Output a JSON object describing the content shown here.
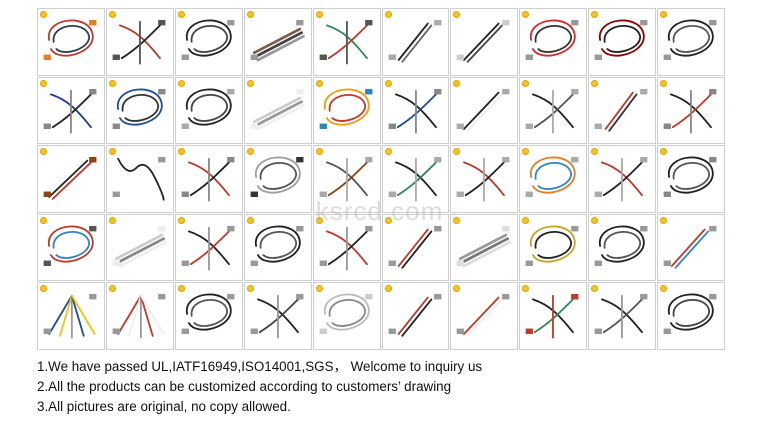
{
  "watermark": "ksrcd.com",
  "mark_color": "#f4c22b",
  "notes": [
    "1.We have passed UL,IATF16949,ISO14001,SGS， Welcome to inquiry us",
    "2.All the products can be customized according to customers’ drawing",
    "3.All pictures are original, no copy allowed."
  ],
  "products": [
    {
      "label": "harness-multicolor-loop",
      "icon": "wire-loop",
      "colors": [
        "#c0392b",
        "#2c3e50",
        "#e67e22"
      ]
    },
    {
      "label": "harness-red-connectors",
      "icon": "wire-multi",
      "colors": [
        "#c0392b",
        "#222222",
        "#555555"
      ]
    },
    {
      "label": "harness-black-loop",
      "icon": "wire-loop",
      "colors": [
        "#222222",
        "#444444",
        "#999999"
      ]
    },
    {
      "label": "harness-flat-cable",
      "icon": "wire-flat",
      "colors": [
        "#7d5a50",
        "#444444",
        "#999999"
      ]
    },
    {
      "label": "harness-green-red",
      "icon": "wire-multi",
      "colors": [
        "#2e8b57",
        "#c0392b",
        "#555555"
      ]
    },
    {
      "label": "harness-black-lvds",
      "icon": "wire-straight",
      "colors": [
        "#222222",
        "#666666",
        "#aaaaaa"
      ]
    },
    {
      "label": "harness-thin-black",
      "icon": "wire-straight",
      "colors": [
        "#222222",
        "#444444",
        "#cccccc"
      ]
    },
    {
      "label": "harness-red-loop",
      "icon": "wire-loop",
      "colors": [
        "#d62828",
        "#333333",
        "#999999"
      ]
    },
    {
      "label": "harness-red-black",
      "icon": "wire-loop",
      "colors": [
        "#8b0000",
        "#222222",
        "#999999"
      ]
    },
    {
      "label": "harness-black-loop-2",
      "icon": "wire-loop",
      "colors": [
        "#222222",
        "#555555",
        "#999999"
      ]
    },
    {
      "label": "harness-socket-sensor",
      "icon": "wire-multi",
      "colors": [
        "#1f3a93",
        "#222222",
        "#888888"
      ]
    },
    {
      "label": "harness-blue-coil",
      "icon": "wire-loop",
      "colors": [
        "#1f4e9c",
        "#333333",
        "#888888"
      ]
    },
    {
      "label": "harness-black-y",
      "icon": "wire-loop",
      "colors": [
        "#222222",
        "#444444",
        "#aaaaaa"
      ]
    },
    {
      "label": "harness-ribbon-white",
      "icon": "wire-flat",
      "colors": [
        "#cccccc",
        "#999999",
        "#eeeeee"
      ]
    },
    {
      "label": "harness-rainbow",
      "icon": "wire-loop",
      "colors": [
        "#f39c12",
        "#c0392b",
        "#2e86c1"
      ]
    },
    {
      "label": "harness-black-blue",
      "icon": "wire-multi",
      "colors": [
        "#222222",
        "#1f4e9c",
        "#888888"
      ]
    },
    {
      "label": "harness-black-white-plug",
      "icon": "wire-straight",
      "colors": [
        "#222222",
        "#eeeeee",
        "#aaaaaa"
      ]
    },
    {
      "label": "harness-black-branch",
      "icon": "wire-multi",
      "colors": [
        "#222222",
        "#555555",
        "#aaaaaa"
      ]
    },
    {
      "label": "harness-red-single",
      "icon": "wire-straight",
      "colors": [
        "#c0392b",
        "#333333",
        "#aaaaaa"
      ]
    },
    {
      "label": "harness-black-red-multi",
      "icon": "wire-multi",
      "colors": [
        "#222222",
        "#c0392b",
        "#888888"
      ]
    },
    {
      "label": "harness-fuse-wire",
      "icon": "wire-straight",
      "colors": [
        "#222222",
        "#c0392b",
        "#8b4513"
      ]
    },
    {
      "label": "harness-coiled-black",
      "icon": "wire-coil",
      "colors": [
        "#222222",
        "#444444",
        "#999999"
      ]
    },
    {
      "label": "harness-red-fuse",
      "icon": "wire-multi",
      "colors": [
        "#c0392b",
        "#222222",
        "#888888"
      ]
    },
    {
      "label": "harness-grey-braided",
      "icon": "wire-loop",
      "colors": [
        "#9e9e9e",
        "#555555",
        "#333333"
      ]
    },
    {
      "label": "harness-connectors-set",
      "icon": "wire-multi",
      "colors": [
        "#555555",
        "#8b4513",
        "#aaaaaa"
      ]
    },
    {
      "label": "harness-black-split",
      "icon": "wire-multi",
      "colors": [
        "#222222",
        "#2e8b57",
        "#aaaaaa"
      ]
    },
    {
      "label": "harness-red-terminals",
      "icon": "wire-multi",
      "colors": [
        "#c0392b",
        "#222222",
        "#aaaaaa"
      ]
    },
    {
      "label": "harness-orange-cable",
      "icon": "wire-loop",
      "colors": [
        "#e67e22",
        "#2e86c1",
        "#aaaaaa"
      ]
    },
    {
      "label": "harness-red-pair",
      "icon": "wire-multi",
      "colors": [
        "#c0392b",
        "#222222",
        "#aaaaaa"
      ]
    },
    {
      "label": "harness-db-cable",
      "icon": "wire-loop",
      "colors": [
        "#222222",
        "#555555",
        "#888888"
      ]
    },
    {
      "label": "harness-red-blue-plug",
      "icon": "wire-loop",
      "colors": [
        "#c0392b",
        "#2e86c1",
        "#555555"
      ]
    },
    {
      "label": "harness-ffc-ribbon",
      "icon": "wire-flat",
      "colors": [
        "#cccccc",
        "#888888",
        "#eeeeee"
      ]
    },
    {
      "label": "harness-black-multi",
      "icon": "wire-multi",
      "colors": [
        "#222222",
        "#c0392b",
        "#999999"
      ]
    },
    {
      "label": "harness-black-round",
      "icon": "wire-loop",
      "colors": [
        "#222222",
        "#555555",
        "#999999"
      ]
    },
    {
      "label": "harness-red-black-pair",
      "icon": "wire-multi",
      "colors": [
        "#c0392b",
        "#222222",
        "#999999"
      ]
    },
    {
      "label": "harness-red-branch",
      "icon": "wire-straight",
      "colors": [
        "#c0392b",
        "#222222",
        "#999999"
      ]
    },
    {
      "label": "harness-grey-ribbon",
      "icon": "wire-flat",
      "colors": [
        "#999999",
        "#777777",
        "#dddddd"
      ]
    },
    {
      "label": "harness-yellow-loop",
      "icon": "wire-loop",
      "colors": [
        "#c9a227",
        "#222222",
        "#999999"
      ]
    },
    {
      "label": "harness-black-sensor",
      "icon": "wire-loop",
      "colors": [
        "#222222",
        "#555555",
        "#999999"
      ]
    },
    {
      "label": "harness-red-plug",
      "icon": "wire-straight",
      "colors": [
        "#c0392b",
        "#2e86c1",
        "#999999"
      ]
    },
    {
      "label": "harness-fiber-blue",
      "icon": "wire-fan",
      "colors": [
        "#1f4e9c",
        "#f1c40f",
        "#999999"
      ]
    },
    {
      "label": "harness-red-terminal-fan",
      "icon": "wire-fan",
      "colors": [
        "#c0392b",
        "#ecf0f1",
        "#999999"
      ]
    },
    {
      "label": "harness-black-plug-loop",
      "icon": "wire-loop",
      "colors": [
        "#222222",
        "#555555",
        "#999999"
      ]
    },
    {
      "label": "harness-black-connector",
      "icon": "wire-multi",
      "colors": [
        "#222222",
        "#444444",
        "#999999"
      ]
    },
    {
      "label": "harness-white-loop",
      "icon": "wire-loop",
      "colors": [
        "#bbbbbb",
        "#888888",
        "#cccccc"
      ]
    },
    {
      "label": "harness-red-diagonal",
      "icon": "wire-straight",
      "colors": [
        "#c0392b",
        "#222222",
        "#999999"
      ]
    },
    {
      "label": "harness-red-white",
      "icon": "wire-straight",
      "colors": [
        "#c0392b",
        "#eeeeee",
        "#999999"
      ]
    },
    {
      "label": "harness-complex",
      "icon": "wire-multi",
      "colors": [
        "#222222",
        "#2e8b57",
        "#c0392b"
      ]
    },
    {
      "label": "harness-black-leads",
      "icon": "wire-multi",
      "colors": [
        "#222222",
        "#555555",
        "#999999"
      ]
    },
    {
      "label": "harness-black-coil-2",
      "icon": "wire-loop",
      "colors": [
        "#222222",
        "#444444",
        "#999999"
      ]
    }
  ]
}
